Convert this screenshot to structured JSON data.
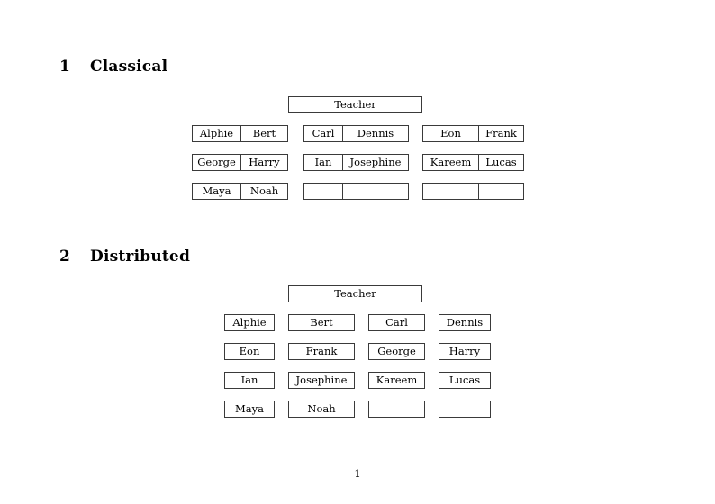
{
  "document": {
    "page_number": "1"
  },
  "sections": [
    {
      "number": "1",
      "title": "Classical",
      "root_box": "Teacher",
      "layout": "paired-cells",
      "groups": [
        {
          "name": "group-a",
          "rows": [
            {
              "left": "Alphie",
              "right": "Bert"
            },
            {
              "left": "George",
              "right": "Harry"
            },
            {
              "left": "Maya",
              "right": "Noah"
            }
          ]
        },
        {
          "name": "group-b",
          "rows": [
            {
              "left": "Carl",
              "right": "Dennis"
            },
            {
              "left": "Ian",
              "right": "Josephine"
            },
            {
              "left": "",
              "right": ""
            }
          ]
        },
        {
          "name": "group-c",
          "rows": [
            {
              "left": "Eon",
              "right": "Frank"
            },
            {
              "left": "Kareem",
              "right": "Lucas"
            },
            {
              "left": "",
              "right": ""
            }
          ]
        }
      ]
    },
    {
      "number": "2",
      "title": "Distributed",
      "root_box": "Teacher",
      "layout": "separate-cells",
      "rows": [
        [
          "Alphie",
          "Bert",
          "Carl",
          "Dennis"
        ],
        [
          "Eon",
          "Frank",
          "George",
          "Harry"
        ],
        [
          "Ian",
          "Josephine",
          "Kareem",
          "Lucas"
        ],
        [
          "Maya",
          "Noah",
          "",
          ""
        ]
      ]
    }
  ]
}
